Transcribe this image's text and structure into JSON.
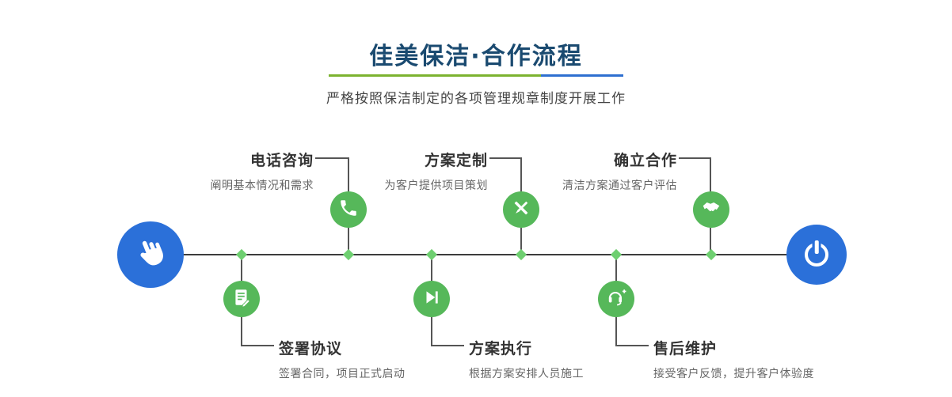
{
  "header": {
    "title": "佳美保洁·合作流程",
    "subtitle": "严格按照保洁制定的各项管理规章制度开展工作"
  },
  "timeline": {
    "start_icon": "hand-pointer-icon",
    "end_icon": "power-icon"
  },
  "steps_top": [
    {
      "title": "电话咨询",
      "desc": "阐明基本情况和需求",
      "icon": "phone-icon"
    },
    {
      "title": "方案定制",
      "desc": "为客户提供项目策划",
      "icon": "pencil-ruler-icon"
    },
    {
      "title": "确立合作",
      "desc": "清洁方案通过客户评估",
      "icon": "handshake-icon"
    }
  ],
  "steps_bottom": [
    {
      "title": "签署协议",
      "desc": "签署合同，项目正式启动",
      "icon": "contract-icon"
    },
    {
      "title": "方案执行",
      "desc": "根据方案安排人员施工",
      "icon": "play-icon"
    },
    {
      "title": "售后维护",
      "desc": "接受客户反馈，提升客户体验度",
      "icon": "headset-icon"
    }
  ],
  "colors": {
    "title_navy": "#1a4a70",
    "accent_blue": "#2b70d9",
    "accent_green": "#56b85a",
    "divider_green": "#7cb32f",
    "divider_blue": "#2e6fd0",
    "line_dark": "#3c3c3c"
  }
}
